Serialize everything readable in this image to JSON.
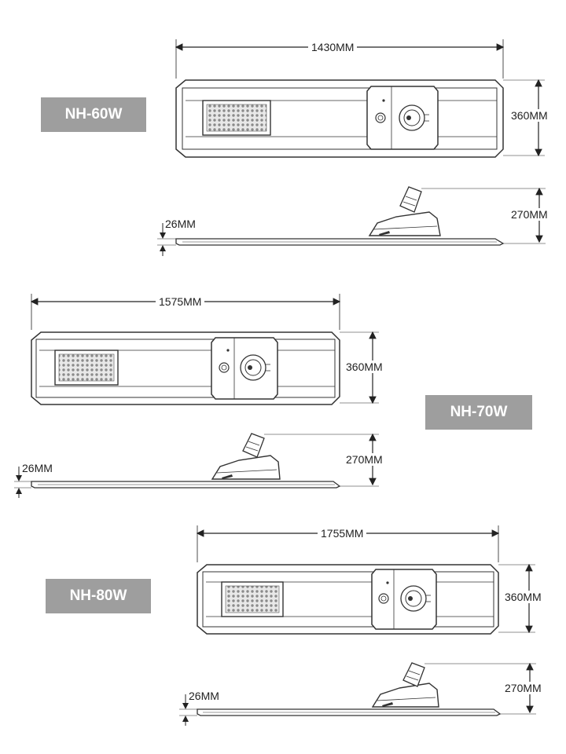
{
  "models": [
    {
      "name": "NH-60W",
      "length": "1430MM",
      "width": "360MM",
      "height": "270MM",
      "thickness": "26MM"
    },
    {
      "name": "NH-70W",
      "length": "1575MM",
      "width": "360MM",
      "height": "270MM",
      "thickness": "26MM"
    },
    {
      "name": "NH-80W",
      "length": "1755MM",
      "width": "360MM",
      "height": "270MM",
      "thickness": "26MM"
    }
  ],
  "colors": {
    "badge_bg": "#9e9e9e",
    "badge_text": "#ffffff",
    "line": "#333333",
    "led_panel": "#cfcfcf"
  }
}
